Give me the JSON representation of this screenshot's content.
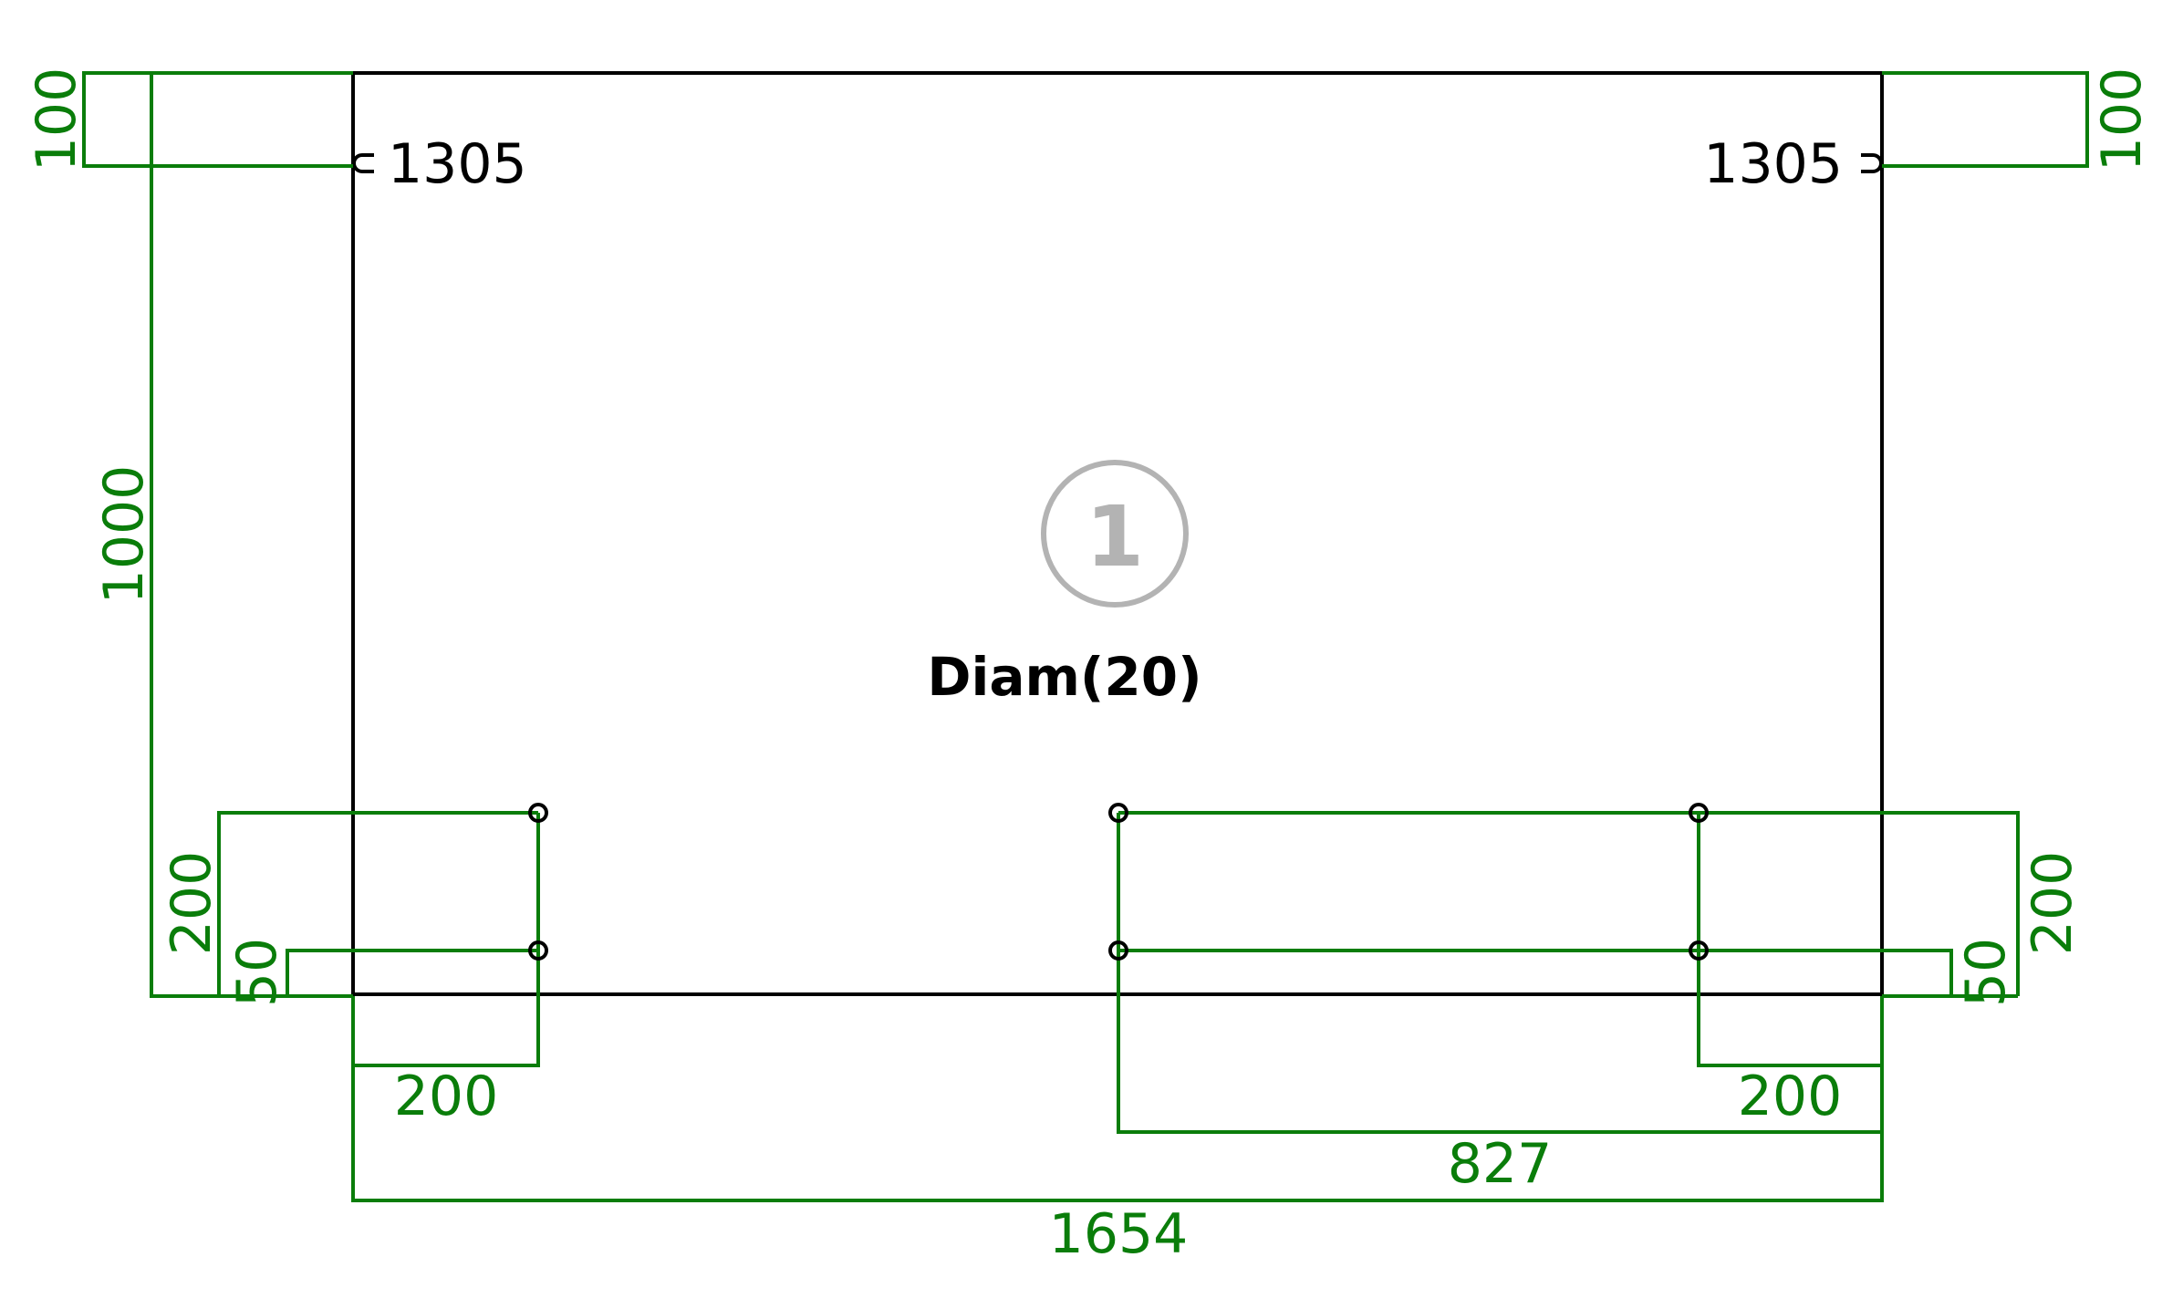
{
  "colors": {
    "dimension": "#0a7d0a",
    "outline": "#000000",
    "badge": "#b3b3b3",
    "background": "#ffffff"
  },
  "panel": {
    "badge_number": "1",
    "hole_label": "Diam(20)",
    "edge_ref_left": "1305",
    "edge_ref_right": "1305"
  },
  "dimensions": {
    "top_offset_left": "100",
    "top_offset_right": "100",
    "height": "1000",
    "hole_row_upper_left": "200",
    "hole_row_lower_left": "50",
    "hole_row_upper_right": "200",
    "hole_row_lower_right": "50",
    "hole_x_left": "200",
    "hole_x_right": "200",
    "hole_x_center": "827",
    "width": "1654"
  }
}
